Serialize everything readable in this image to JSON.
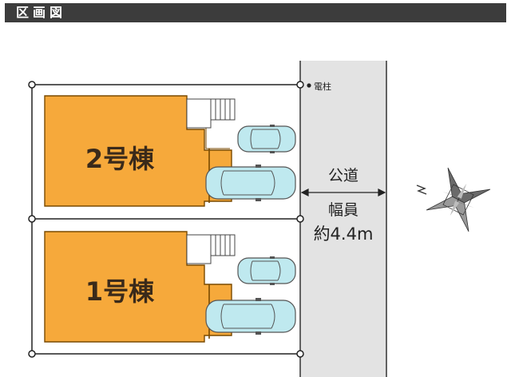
{
  "header": {
    "title": "区画図"
  },
  "plan": {
    "lots": [
      {
        "label": "2号棟"
      },
      {
        "label": "1号棟"
      }
    ],
    "road": {
      "label_public": "公道",
      "label_width": "幅員",
      "label_width_value": "約4.4m"
    },
    "utility_pole": {
      "label": "電柱"
    }
  },
  "colors": {
    "header_bg": "#3c3c3c",
    "building_fill": "#f6a93b",
    "building_border": "#7a4a00",
    "road_fill": "#e3e3e3",
    "car_fill": "#bfe9ef",
    "compass_fill": "#6a6a6a"
  }
}
